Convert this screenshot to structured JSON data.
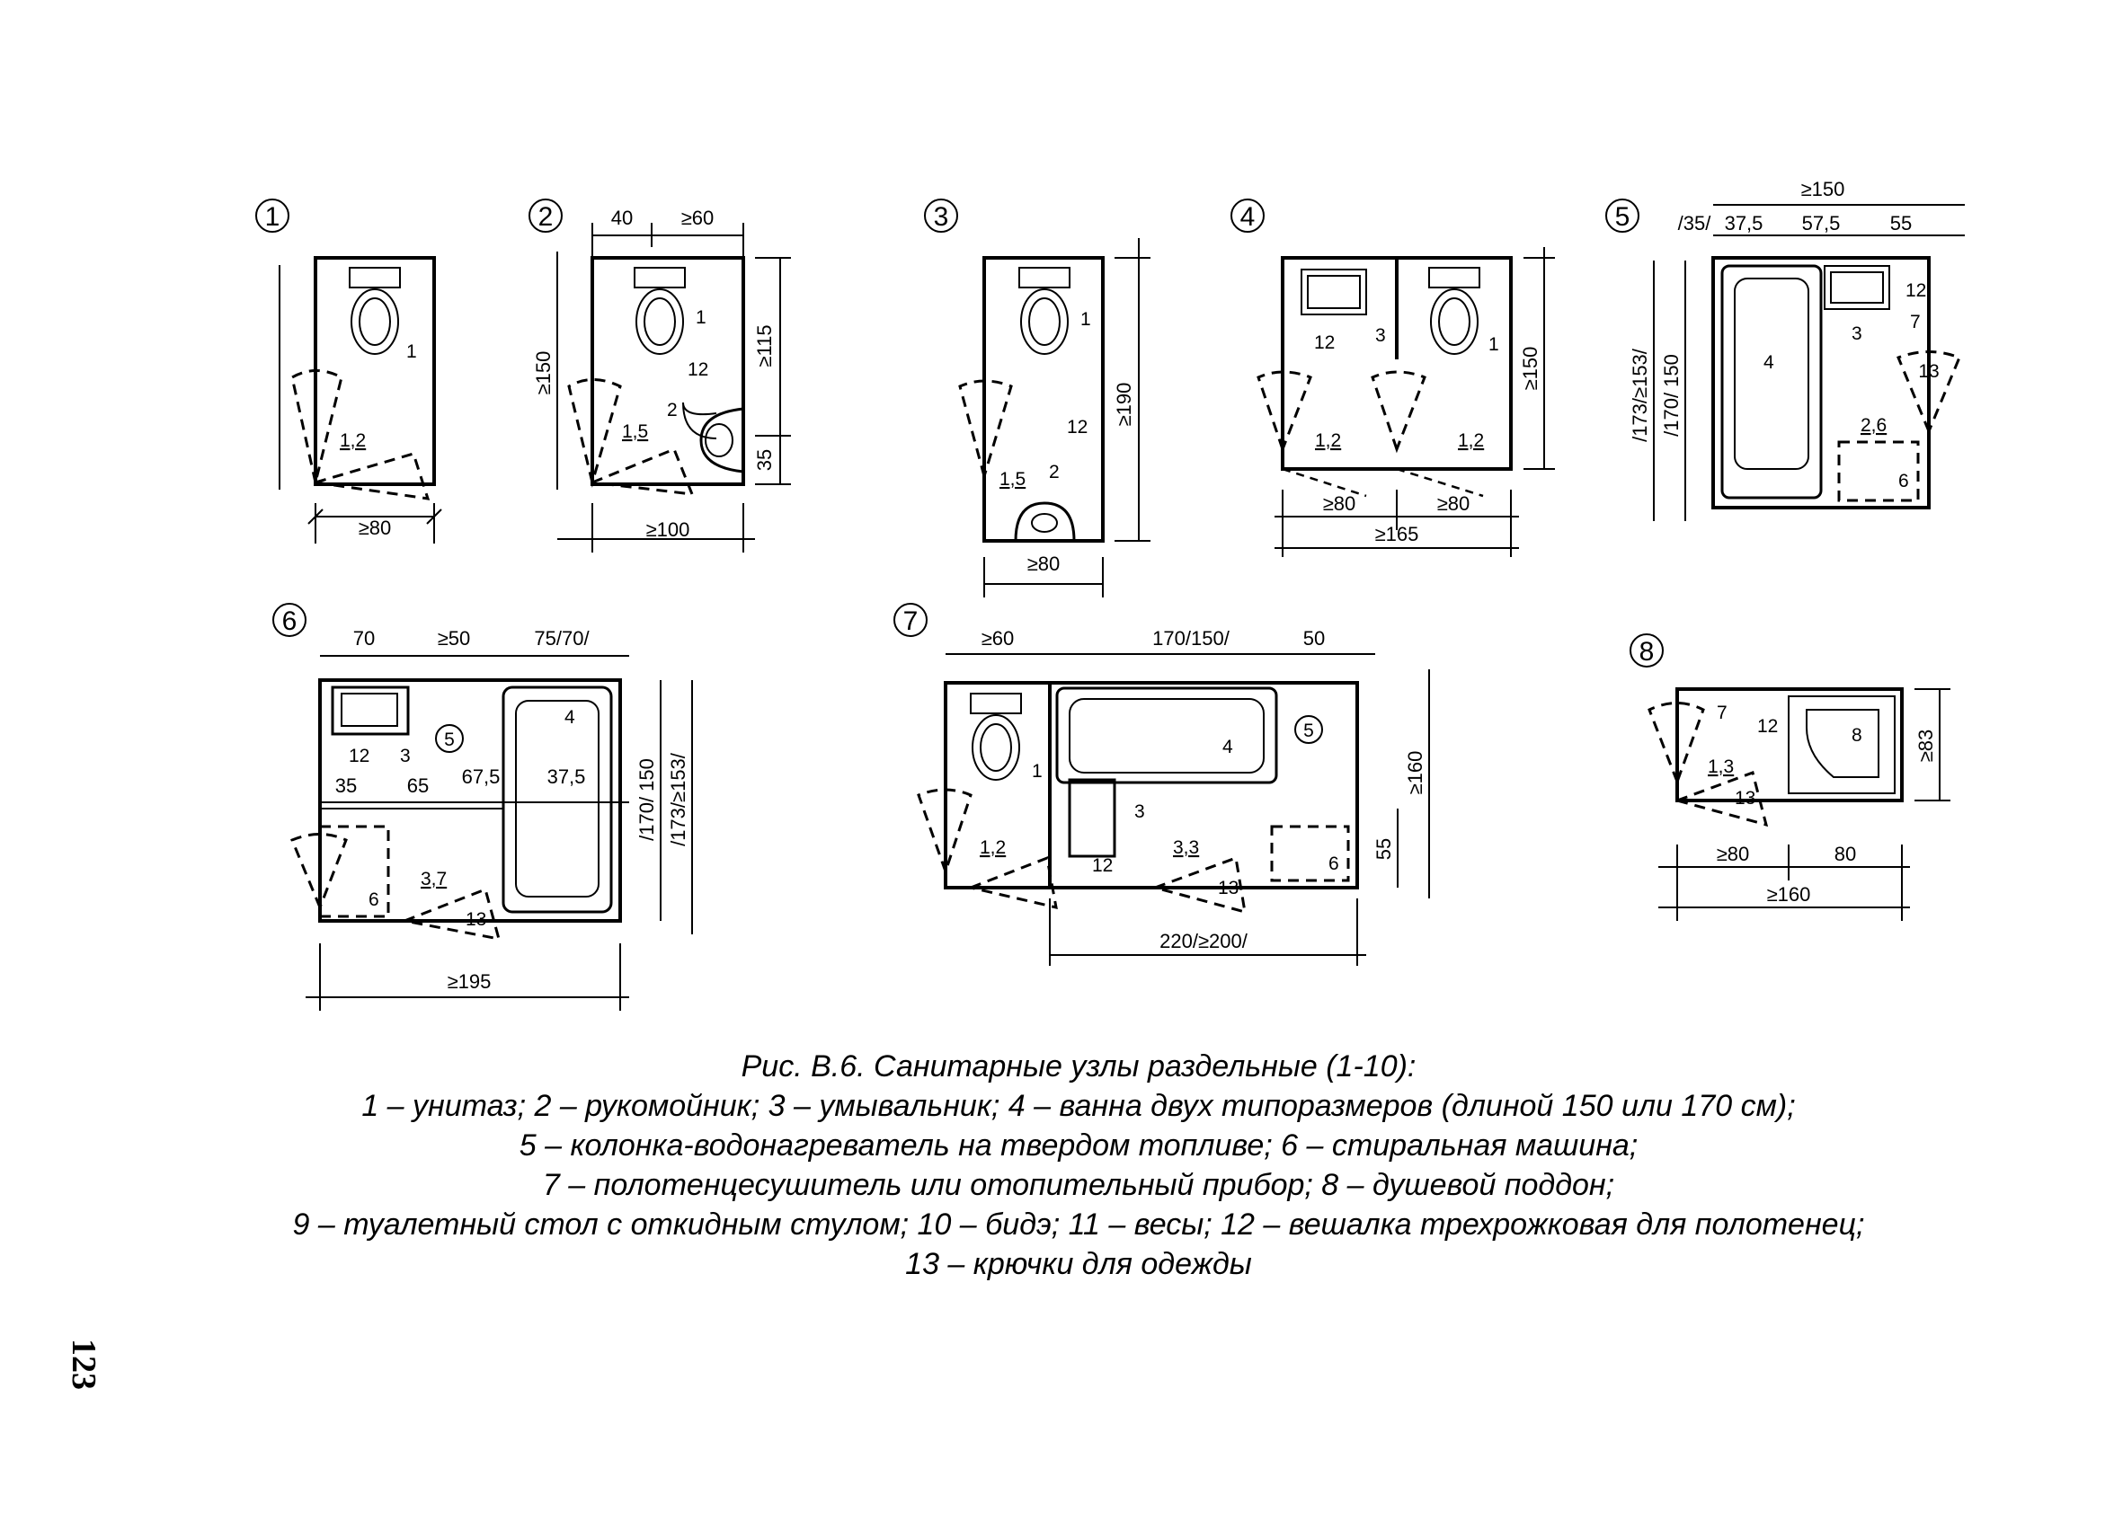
{
  "figure": {
    "panels": {
      "p1": {
        "num": "1",
        "w": "≥80",
        "area": "1,2",
        "items": [
          "1"
        ]
      },
      "p2": {
        "num": "2",
        "top_a": "40",
        "top_b": "≥60",
        "left": "≥150",
        "right_a": "≥115",
        "right_b": "35",
        "w": "≥100",
        "area": "1,5",
        "items": [
          "1",
          "12",
          "2"
        ]
      },
      "p3": {
        "num": "3",
        "right": "≥190",
        "w": "≥80",
        "area": "1,5",
        "items": [
          "1",
          "12",
          "2"
        ]
      },
      "p4": {
        "num": "4",
        "right": "≥150",
        "w_a": "≥80",
        "w_b": "≥80",
        "w_total": "≥165",
        "area_a": "1,2",
        "area_b": "1,2",
        "items": [
          "12",
          "3",
          "1"
        ]
      },
      "p5": {
        "num": "5",
        "top": "≥150",
        "top_a": "/35/",
        "top_b": "37,5",
        "top_c": "57,5",
        "top_d": "55",
        "left_a": "/173/≥153/",
        "left_b": "/170/ 150",
        "area": "2,6",
        "items": [
          "12",
          "7",
          "3",
          "4",
          "13",
          "6"
        ]
      },
      "p6": {
        "num": "6",
        "top_a": "70",
        "top_b": "≥50",
        "top_c": "75/70/",
        "mid_a": "35",
        "mid_b": "65",
        "mid_c": "67,5",
        "mid_d": "37,5",
        "right_a": "/170/ 150",
        "right_b": "/173/≥153/",
        "w": "≥195",
        "area": "3,7",
        "items": [
          "12",
          "3",
          "5",
          "4",
          "6",
          "13"
        ]
      },
      "p7": {
        "num": "7",
        "top_a": "≥60",
        "top_b": "170/150/",
        "top_c": "50",
        "right_a": "≥160",
        "right_b": "55",
        "w": "220/≥200/",
        "area_a": "1,2",
        "area_b": "3,3",
        "items": [
          "1",
          "4",
          "5",
          "3",
          "12",
          "6",
          "13"
        ]
      },
      "p8": {
        "num": "8",
        "right": "≥83",
        "w_a": "≥80",
        "w_b": "80",
        "w_total": "≥160",
        "area": "1,3",
        "items": [
          "7",
          "12",
          "8",
          "13"
        ]
      }
    }
  },
  "caption": {
    "line1": "Рис. В.6. Санитарные узлы раздельные (1-10):",
    "line2": "1 – унитаз; 2 – рукомойник; 3 – умывальник; 4 – ванна двух типоразмеров (длиной 150 или 170 см);",
    "line3": "5 – колонка-водонагреватель на твердом топливе; 6 – стиральная машина;",
    "line4": "7 – полотенцесушитель или отопительный прибор; 8 – душевой поддон;",
    "line5": "9 – туалетный стол с откидным стулом; 10 – бидэ; 11 – весы; 12 – вешалка трехрожковая для полотенец;",
    "line6": "13 – крючки для одежды"
  },
  "page_number": "123"
}
